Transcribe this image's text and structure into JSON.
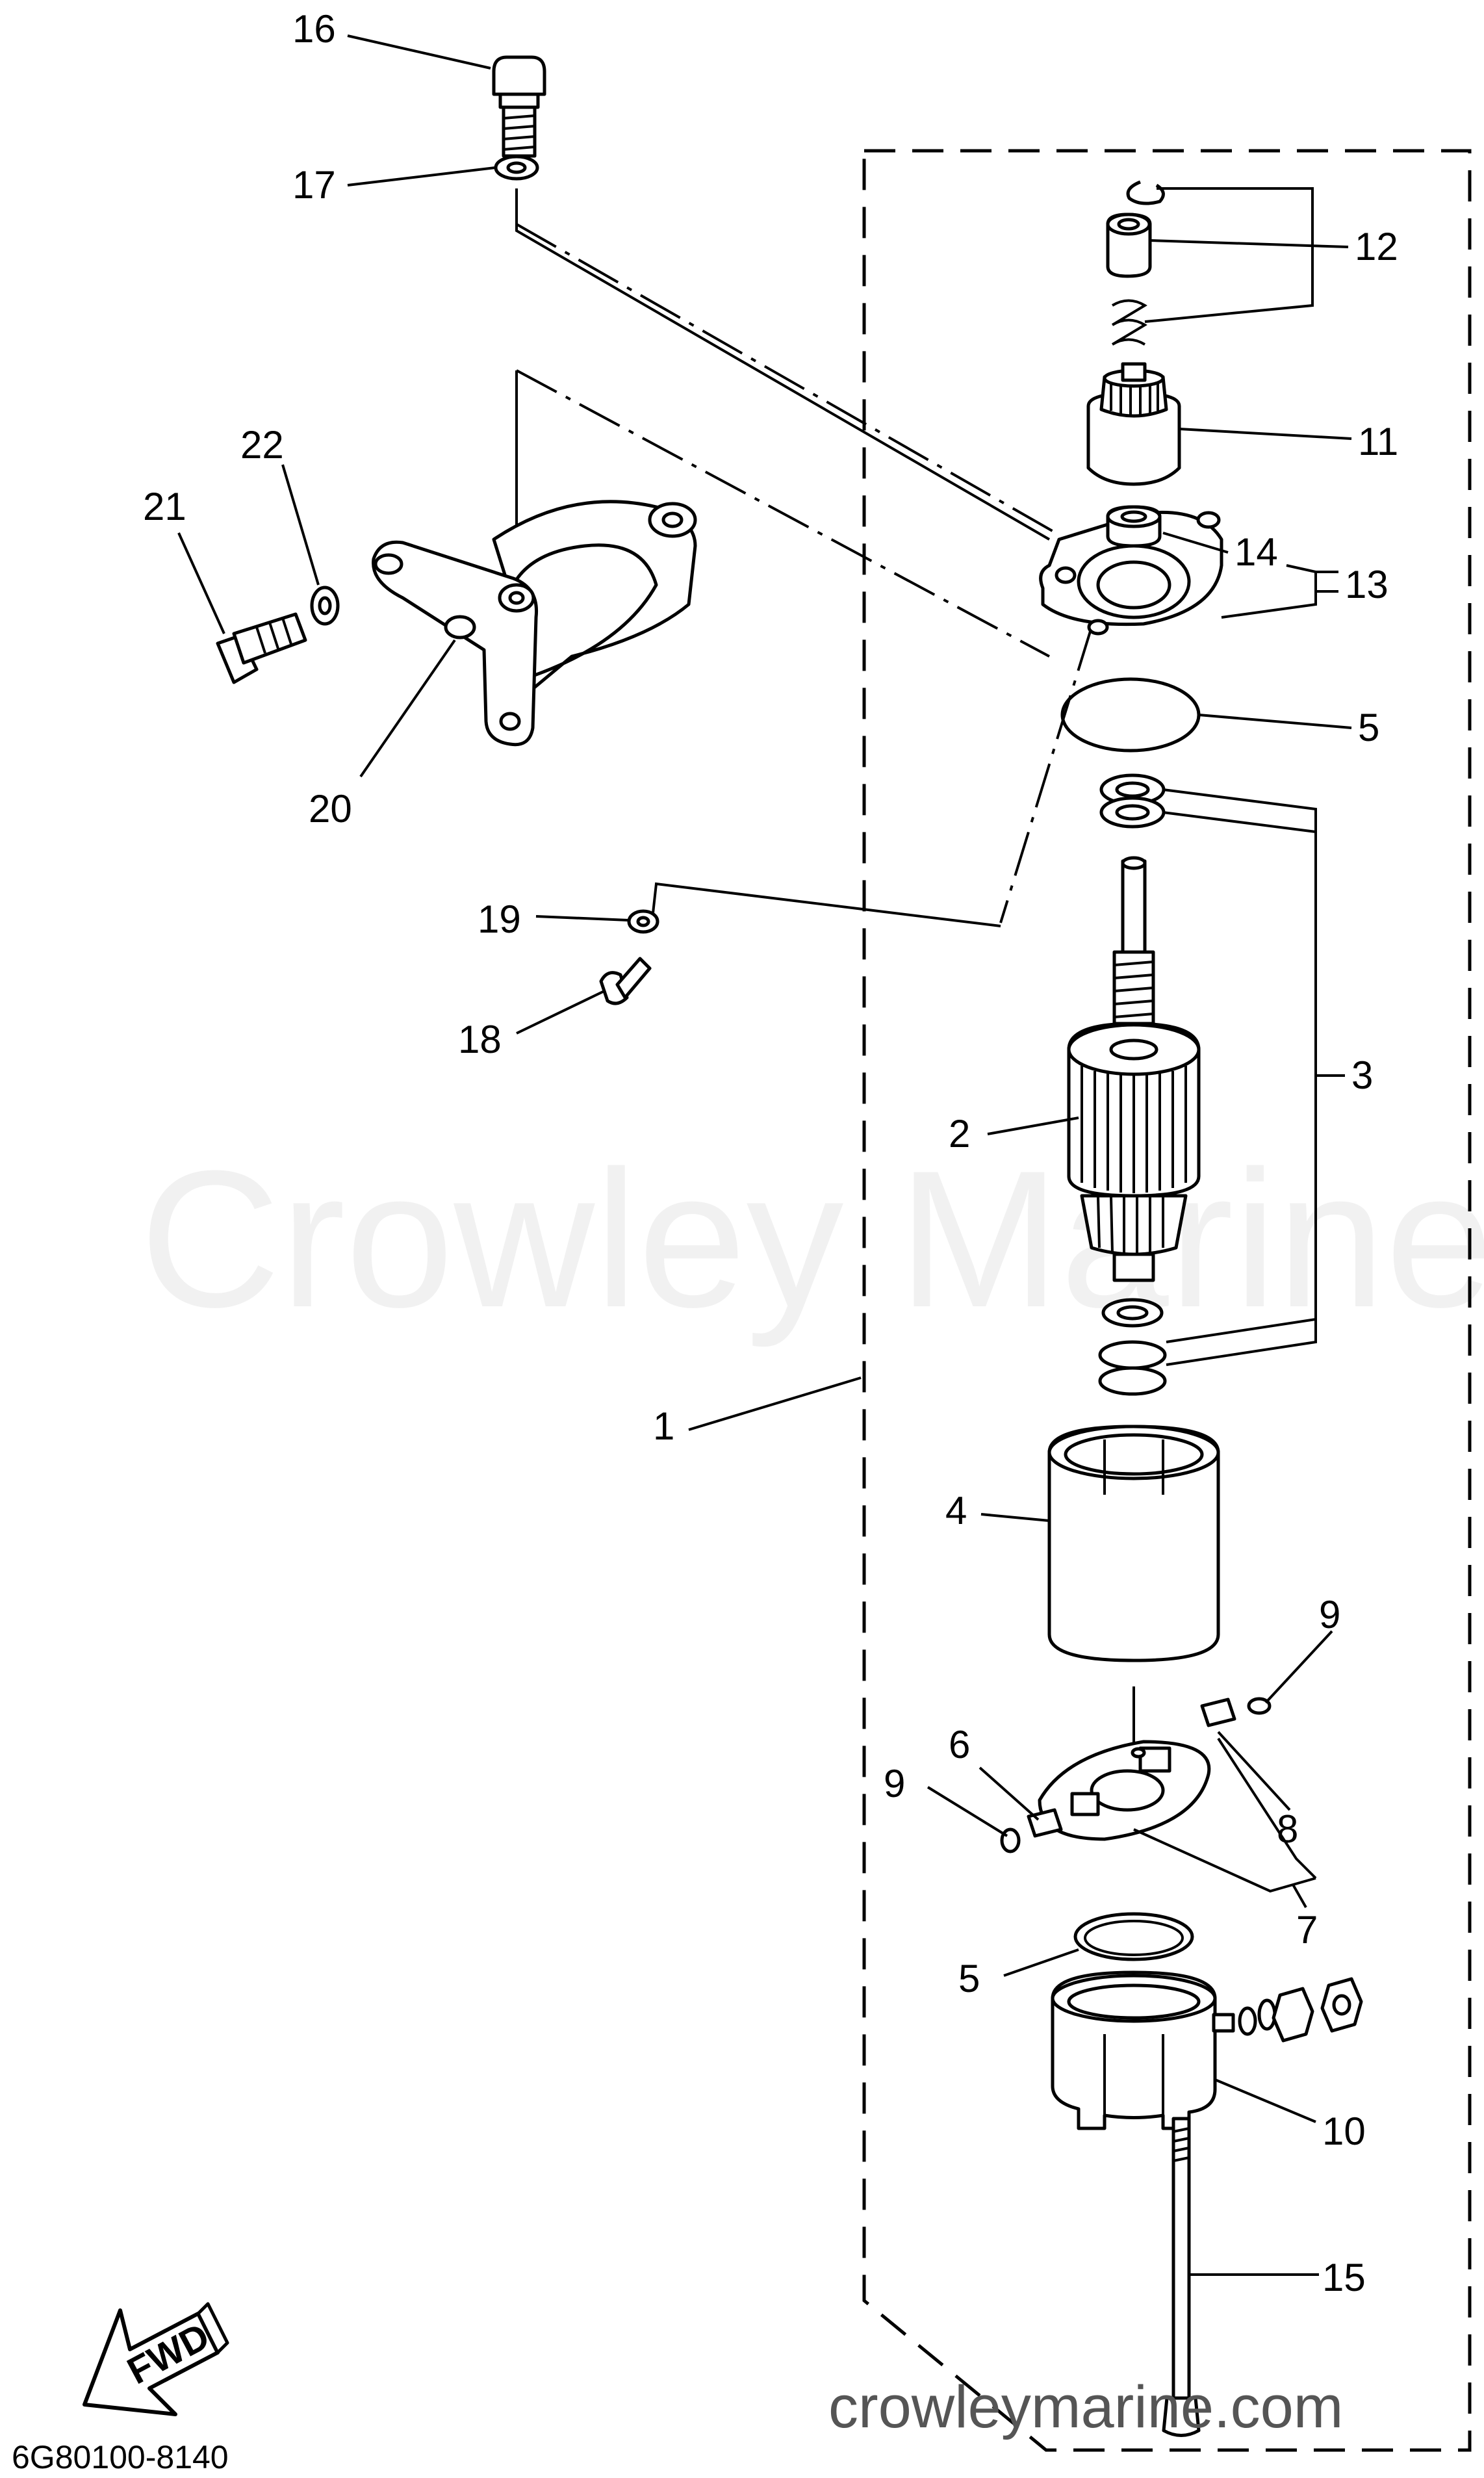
{
  "watermark": "Crowley Marine",
  "site_url": "crowleymarine.com",
  "diagram_code": "6G80100-8140",
  "fwd_label": "FWD",
  "colors": {
    "line": "#000000",
    "background": "#ffffff",
    "watermark": "#e6e6e6"
  },
  "callouts": [
    {
      "id": "c1",
      "label": "1"
    },
    {
      "id": "c2",
      "label": "2"
    },
    {
      "id": "c3",
      "label": "3"
    },
    {
      "id": "c4",
      "label": "4"
    },
    {
      "id": "c5a",
      "label": "5"
    },
    {
      "id": "c5b",
      "label": "5"
    },
    {
      "id": "c6",
      "label": "6"
    },
    {
      "id": "c7",
      "label": "7"
    },
    {
      "id": "c8",
      "label": "8"
    },
    {
      "id": "c9a",
      "label": "9"
    },
    {
      "id": "c9b",
      "label": "9"
    },
    {
      "id": "c10",
      "label": "10"
    },
    {
      "id": "c11",
      "label": "11"
    },
    {
      "id": "c12",
      "label": "12"
    },
    {
      "id": "c13",
      "label": "13"
    },
    {
      "id": "c14",
      "label": "14"
    },
    {
      "id": "c15",
      "label": "15"
    },
    {
      "id": "c16",
      "label": "16"
    },
    {
      "id": "c17",
      "label": "17"
    },
    {
      "id": "c18",
      "label": "18"
    },
    {
      "id": "c19",
      "label": "19"
    },
    {
      "id": "c20",
      "label": "20"
    },
    {
      "id": "c21",
      "label": "21"
    },
    {
      "id": "c22",
      "label": "22"
    }
  ]
}
